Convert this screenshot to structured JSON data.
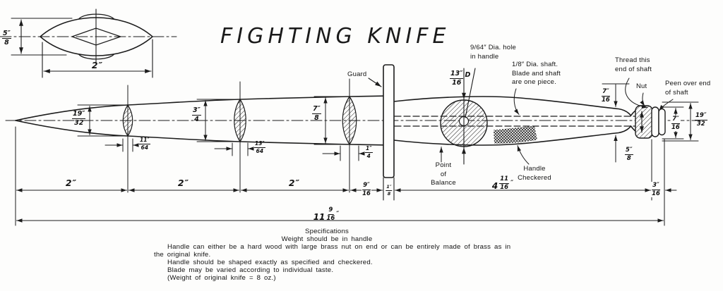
{
  "title": "FIGHTING KNIFE",
  "xsec": {
    "h_num": "5″",
    "h_den": "8",
    "w": "2″"
  },
  "sections": {
    "s1h_num": "19″",
    "s1h_den": "32",
    "s1w_num": "11″",
    "s1w_den": "64",
    "s2h_num": "3″",
    "s2h_den": "4",
    "s2w_num": "13″",
    "s2w_den": "64",
    "s3h_num": "7″",
    "s3h_den": "8",
    "s3w_num": "1″",
    "s3w_den": "4"
  },
  "labels": {
    "guard": "Guard",
    "hole_note": "9/64″ Dia. hole\nin handle",
    "hole_num": "13″",
    "hole_den": "16",
    "hole_suffix": "D",
    "shaft_note": "1/8″ Dia. shaft.\nBlade and shaft\nare one piece.",
    "thread_note": "Thread this\nend of shaft",
    "nut": "Nut",
    "peen_note": "Peen over end\nof shaft",
    "balance": "Point\nof\nBalance",
    "checkered": "Handle\nCheckered"
  },
  "handle_dims": {
    "neck_top_num": "7″",
    "neck_top_den": "16",
    "neck_bot_num": "5″",
    "neck_bot_den": "8",
    "nut_h_num": "7″",
    "nut_h_den": "16",
    "end_h_num": "19″",
    "end_h_den": "32"
  },
  "bottom": {
    "seg1": "2″",
    "seg2": "2″",
    "seg3": "2″",
    "seg4_num": "9″",
    "seg4_den": "16",
    "guard_num": "1″",
    "guard_den": "8",
    "seg5_whole": "4",
    "seg5_num": "11",
    "seg5_den": "16",
    "seg5_unit": "″",
    "seg6_num": "3″",
    "seg6_den": "16",
    "total_whole": "11",
    "total_num": "9",
    "total_den": "16",
    "total_unit": "″"
  },
  "specs": {
    "heading": "Specifications",
    "line1": "Weight should be in handle",
    "line2": "Handle can either be a hard wood with large brass nut on end or can be entirely made of brass as in",
    "line3": "the original knife.",
    "line4": "Handle should be shaped exactly as specified and checkered.",
    "line5": "Blade may be varied according to individual taste.",
    "line6": "(Weight of original knife = 8 oz.)"
  }
}
